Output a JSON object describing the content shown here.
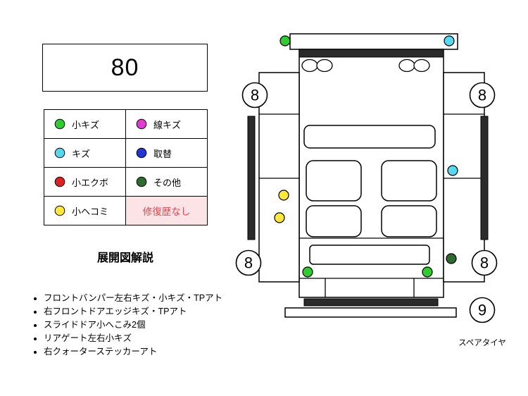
{
  "score": "80",
  "legend": {
    "items": [
      {
        "label": "小キズ",
        "color": "#2ecc2e"
      },
      {
        "label": "線キズ",
        "color": "#e03cd0"
      },
      {
        "label": "キズ",
        "color": "#56d9ee"
      },
      {
        "label": "取替",
        "color": "#2236d6"
      },
      {
        "label": "小エクボ",
        "color": "#dd2222"
      },
      {
        "label": "その他",
        "color": "#2e6b2e"
      },
      {
        "label": "小ヘコミ",
        "color": "#ffe838"
      }
    ],
    "repair_history": {
      "label": "修復歴なし",
      "text_color": "#e0484f",
      "bg_color": "#fbe3e6"
    }
  },
  "section_title": "展開図解説",
  "notes": [
    "フロントバンパー左右キズ・小キズ・TPアト",
    "右フロントドアエッジキズ・TPアト",
    "スライドドア小へこみ2個",
    "リアゲート左右小キズ",
    "右クォーターステッカーアト"
  ],
  "diagram": {
    "wheels": [
      "8",
      "8",
      "8",
      "8"
    ],
    "spare": {
      "value": "9",
      "label": "スペアタイヤ"
    },
    "marks": [
      {
        "type": "小キズ",
        "location": "front-bumper-left",
        "color": "#2ecc2e"
      },
      {
        "type": "キズ",
        "location": "front-bumper-right",
        "color": "#56d9ee"
      },
      {
        "type": "キズ",
        "location": "right-front-door",
        "color": "#56d9ee"
      },
      {
        "type": "小ヘコミ",
        "location": "slide-door-1",
        "color": "#ffe838"
      },
      {
        "type": "小ヘコミ",
        "location": "slide-door-2",
        "color": "#ffe838"
      },
      {
        "type": "小キズ",
        "location": "rear-gate-left",
        "color": "#2ecc2e"
      },
      {
        "type": "小キズ",
        "location": "rear-gate-right",
        "color": "#2ecc2e"
      },
      {
        "type": "その他",
        "location": "right-quarter",
        "color": "#2e6b2e"
      }
    ]
  }
}
